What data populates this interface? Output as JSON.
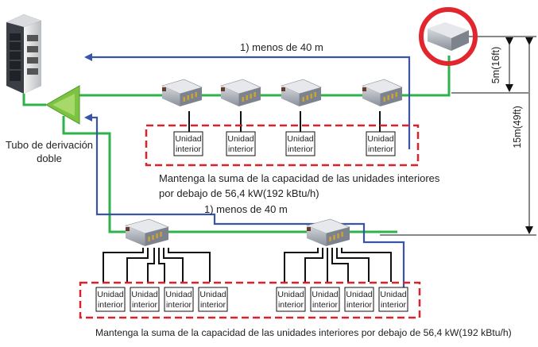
{
  "labels": {
    "top_distance": "1) menos de 40 m",
    "bottom_distance": "1) menos de 40 m",
    "tube_line1": "Tubo de derivación",
    "tube_line2": "doble",
    "capacity_top_line1": "Mantenga la suma de la capacidad de las unidades interiores",
    "capacity_top_line2": "por debajo de 56,4 kW(192 kBtu/h)",
    "capacity_bottom": "Mantenga la suma de la capacidad de las unidades interiores por debajo de 56,4 kW(192 kBtu/h)",
    "height_short": "5m(16ft)",
    "height_long": "15m(49ft)"
  },
  "indoor_unit": {
    "line1": "Unidad",
    "line2": "interior"
  },
  "colors": {
    "blue_arrow": "#3a55a8",
    "green_pipe": "#2db34a",
    "red_dashed": "#d9222a",
    "highlight_circle": "#e3262d",
    "branch_tube": "#7dc241"
  },
  "icons": [
    "outdoor-unit-icon",
    "branch-tube-icon",
    "hr-unit-icon",
    "indoor-unit-box"
  ]
}
